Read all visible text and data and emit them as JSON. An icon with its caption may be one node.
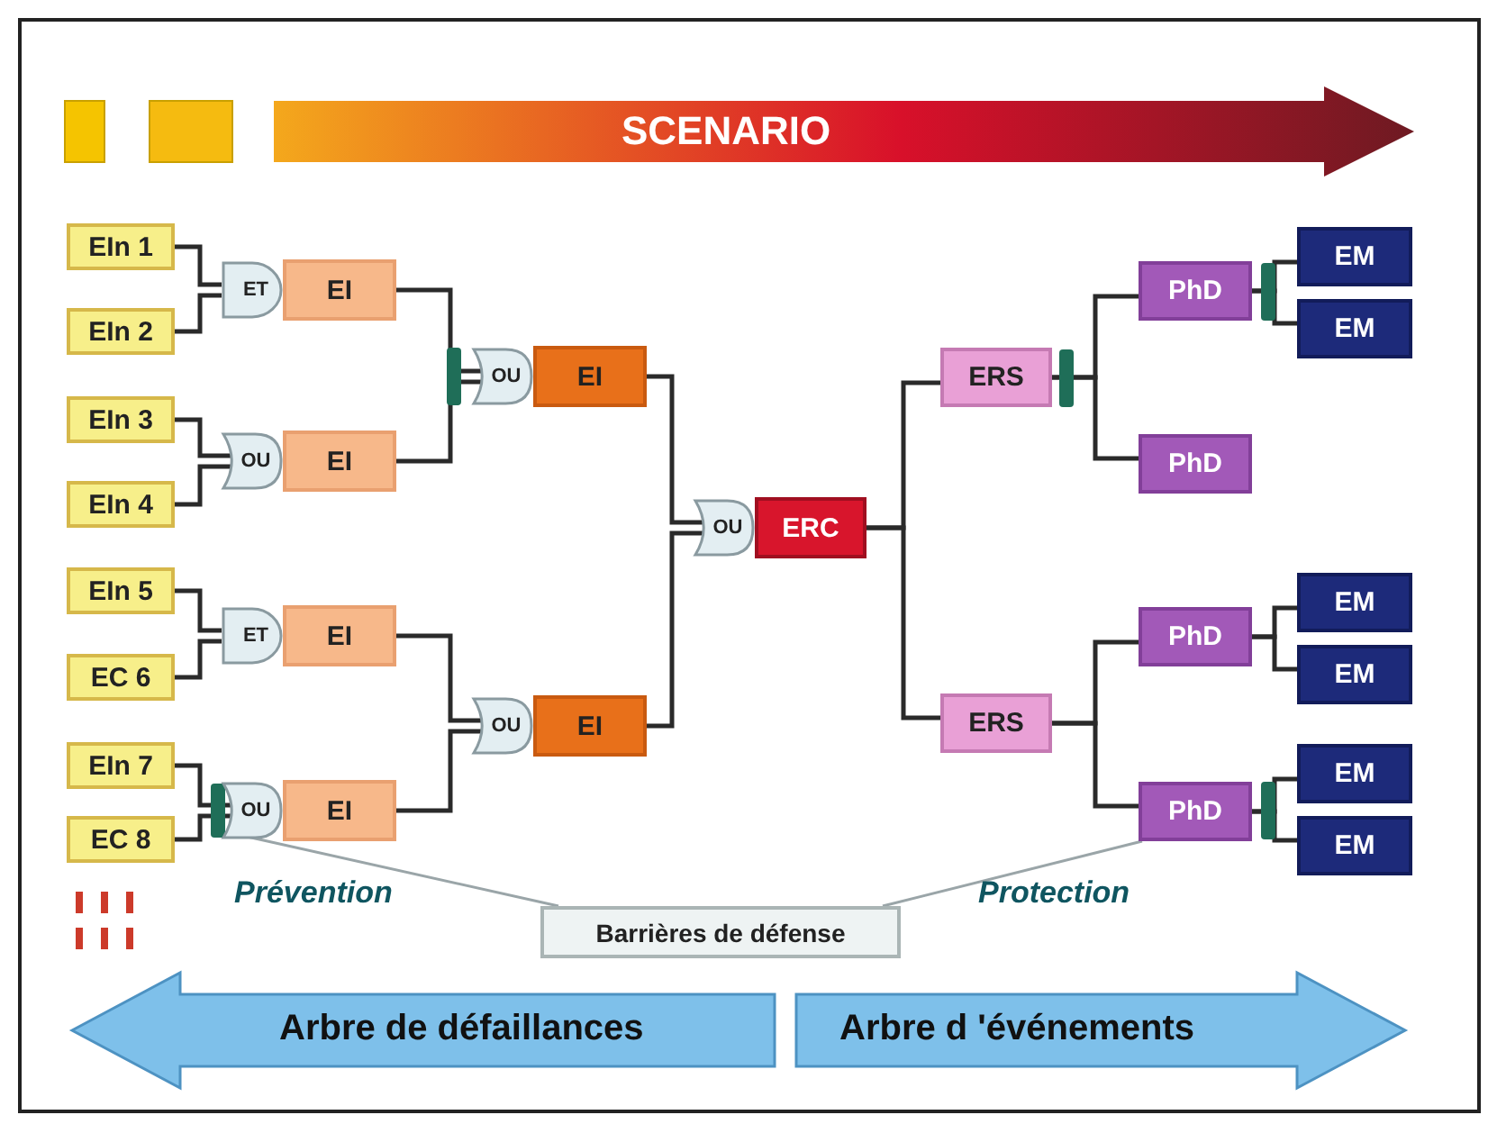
{
  "diagram": {
    "nodes": [
      {
        "text": [
          "EIn 1"
        ]
      },
      {
        "text": [
          "EIn 2"
        ]
      },
      {
        "text": [
          "EIn 3"
        ]
      },
      {
        "text": [
          "EIn 4"
        ]
      },
      {
        "text": [
          "EIn 5"
        ]
      },
      {
        "text": [
          "EC 6"
        ]
      },
      {
        "text": [
          "EIn 7"
        ]
      },
      {
        "text": [
          "EC 8"
        ]
      },
      {
        "text": [
          "ET"
        ]
      },
      {
        "text": [
          "EI"
        ]
      },
      {
        "text": [
          "OU"
        ]
      },
      {
        "text": [
          "EI"
        ]
      },
      {
        "text": [
          "ET"
        ]
      },
      {
        "text": [
          "EI"
        ]
      },
      {
        "text": [
          "OU"
        ]
      },
      {
        "text": [
          "EI"
        ]
      },
      {
        "text": [
          "OU"
        ]
      },
      {
        "text": [
          "EI"
        ]
      },
      {
        "text": [
          "OU"
        ]
      },
      {
        "text": [
          "EI"
        ]
      },
      {
        "text": [
          "OU"
        ]
      },
      {
        "text": [
          "ERC"
        ]
      },
      {
        "text": [
          "ERS"
        ]
      },
      {
        "text": [
          "ERS"
        ]
      },
      {
        "text": [
          "PhD"
        ]
      },
      {
        "text": [
          "PhD"
        ]
      },
      {
        "text": [
          "PhD"
        ]
      },
      {
        "text": [
          "PhD"
        ]
      },
      {
        "text": [
          "EM"
        ]
      },
      {
        "text": [
          "EM"
        ]
      },
      {
        "text": [
          "EM"
        ]
      },
      {
        "text": [
          "EM"
        ]
      },
      {
        "text": [
          "EM"
        ]
      },
      {
        "text": [
          "EM"
        ]
      },
      {
        "text": [
          "Barrières de défense"
        ]
      }
    ],
    "edges": [
      {
        "from": 0,
        "to": 8,
        "arrow": "none"
      },
      {
        "from": 1,
        "to": 8,
        "arrow": "none"
      },
      {
        "from": 2,
        "to": 10,
        "arrow": "none"
      },
      {
        "from": 3,
        "to": 10,
        "arrow": "none"
      },
      {
        "from": 4,
        "to": 12,
        "arrow": "none"
      },
      {
        "from": 5,
        "to": 12,
        "arrow": "none"
      },
      {
        "from": 6,
        "to": 14,
        "arrow": "none"
      },
      {
        "from": 7,
        "to": 14,
        "arrow": "none"
      },
      {
        "from": 9,
        "to": 16,
        "arrow": "none"
      },
      {
        "from": 11,
        "to": 16,
        "arrow": "none"
      },
      {
        "from": 13,
        "to": 18,
        "arrow": "none"
      },
      {
        "from": 15,
        "to": 18,
        "arrow": "none"
      },
      {
        "from": 17,
        "to": 20,
        "arrow": "none"
      },
      {
        "from": 19,
        "to": 20,
        "arrow": "none"
      },
      {
        "from": 21,
        "to": 22,
        "arrow": "none"
      },
      {
        "from": 21,
        "to": 23,
        "arrow": "none"
      },
      {
        "from": 22,
        "to": 24,
        "arrow": "none"
      },
      {
        "from": 22,
        "to": 25,
        "arrow": "none"
      },
      {
        "from": 23,
        "to": 26,
        "arrow": "none"
      },
      {
        "from": 23,
        "to": 27,
        "arrow": "none"
      },
      {
        "from": 24,
        "to": 28,
        "arrow": "none"
      },
      {
        "from": 24,
        "to": 29,
        "arrow": "none"
      },
      {
        "from": 26,
        "to": 30,
        "arrow": "none"
      },
      {
        "from": 26,
        "to": 31,
        "arrow": "none"
      },
      {
        "from": 27,
        "to": 32,
        "arrow": "none"
      },
      {
        "from": 27,
        "to": 33,
        "arrow": "none"
      },
      {
        "from": 34,
        "to": 14,
        "arrow": "none",
        "color": "#9aa5a8"
      },
      {
        "from": 34,
        "to": 27,
        "arrow": "none",
        "color": "#9aa5a8"
      }
    ],
    "labels": [
      "SCENARIO",
      "Prévention",
      "Protection",
      "Arbre de défaillances",
      "Arbre d 'événements"
    ]
  }
}
